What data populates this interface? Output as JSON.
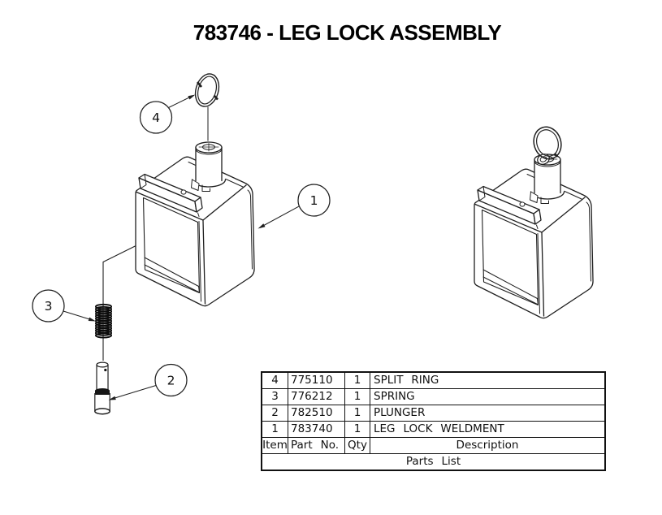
{
  "title": "783746 - LEG LOCK ASSEMBLY",
  "balloons": [
    "1",
    "2",
    "3",
    "4"
  ],
  "parts_table": {
    "headers": [
      "Item",
      "Part No.",
      "Qty",
      "Description"
    ],
    "rows": [
      {
        "item": "4",
        "part_no": "775110",
        "qty": "1",
        "description": "SPLIT RING"
      },
      {
        "item": "3",
        "part_no": "776212",
        "qty": "1",
        "description": "SPRING"
      },
      {
        "item": "2",
        "part_no": "782510",
        "qty": "1",
        "description": "PLUNGER"
      },
      {
        "item": "1",
        "part_no": "783740",
        "qty": "1",
        "description": "LEG LOCK WELDMENT"
      }
    ],
    "footer": "Parts List"
  },
  "colors": {
    "line": "#1f1f1f",
    "background": "#ffffff"
  }
}
